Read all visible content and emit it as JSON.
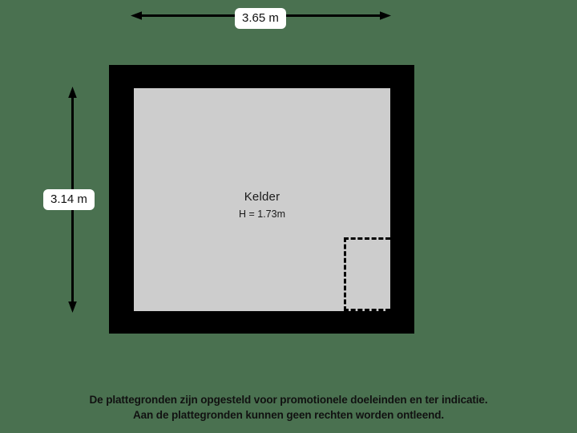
{
  "page": {
    "background_color": "#4a7150",
    "wall_color": "#000000",
    "interior_color": "#cdcdcd",
    "label_background_color": "#ffffff",
    "text_color": "#111111"
  },
  "dimensions": {
    "horizontal": {
      "label": "3.65 m",
      "value": 3.65,
      "unit": "m",
      "orientation": "horizontal"
    },
    "vertical": {
      "label": "3.14 m",
      "value": 3.14,
      "unit": "m",
      "orientation": "vertical"
    }
  },
  "room": {
    "name": "Kelder",
    "height_label": "H = 1.73m",
    "height_value": 1.73,
    "height_unit": "m"
  },
  "disclaimer": {
    "line1": "De plattegronden zijn opgesteld voor promotionele doeleinden en ter indicatie.",
    "line2": "Aan de plattegronden kunnen geen rechten worden ontleend."
  }
}
